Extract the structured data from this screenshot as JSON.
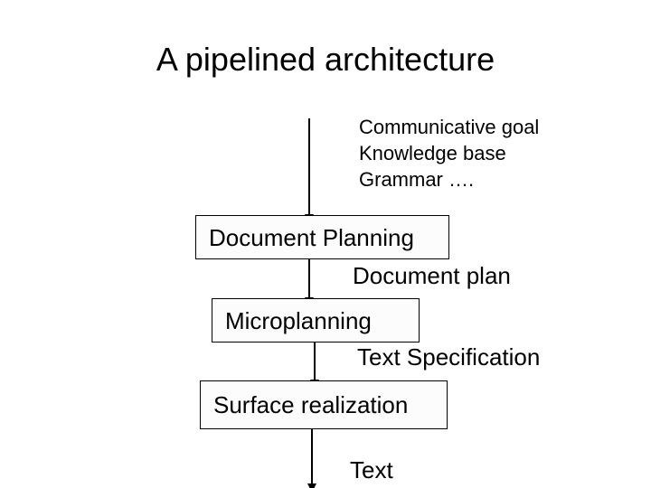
{
  "slide": {
    "title": "A pipelined architecture",
    "inputs": [
      "Communicative goal",
      "Knowledge base",
      "Grammar …."
    ],
    "stages": [
      {
        "label": "Document Planning"
      },
      {
        "label": "Microplanning"
      },
      {
        "label": "Surface realization"
      }
    ],
    "flow_labels": {
      "document_plan": "Document plan",
      "text_specification": "Text Specification",
      "text": "Text"
    },
    "colors": {
      "background": "#ffffff",
      "text": "#000000",
      "box_border": "#000000",
      "box_fill": "#fcfcfc",
      "arrow": "#000000"
    }
  }
}
